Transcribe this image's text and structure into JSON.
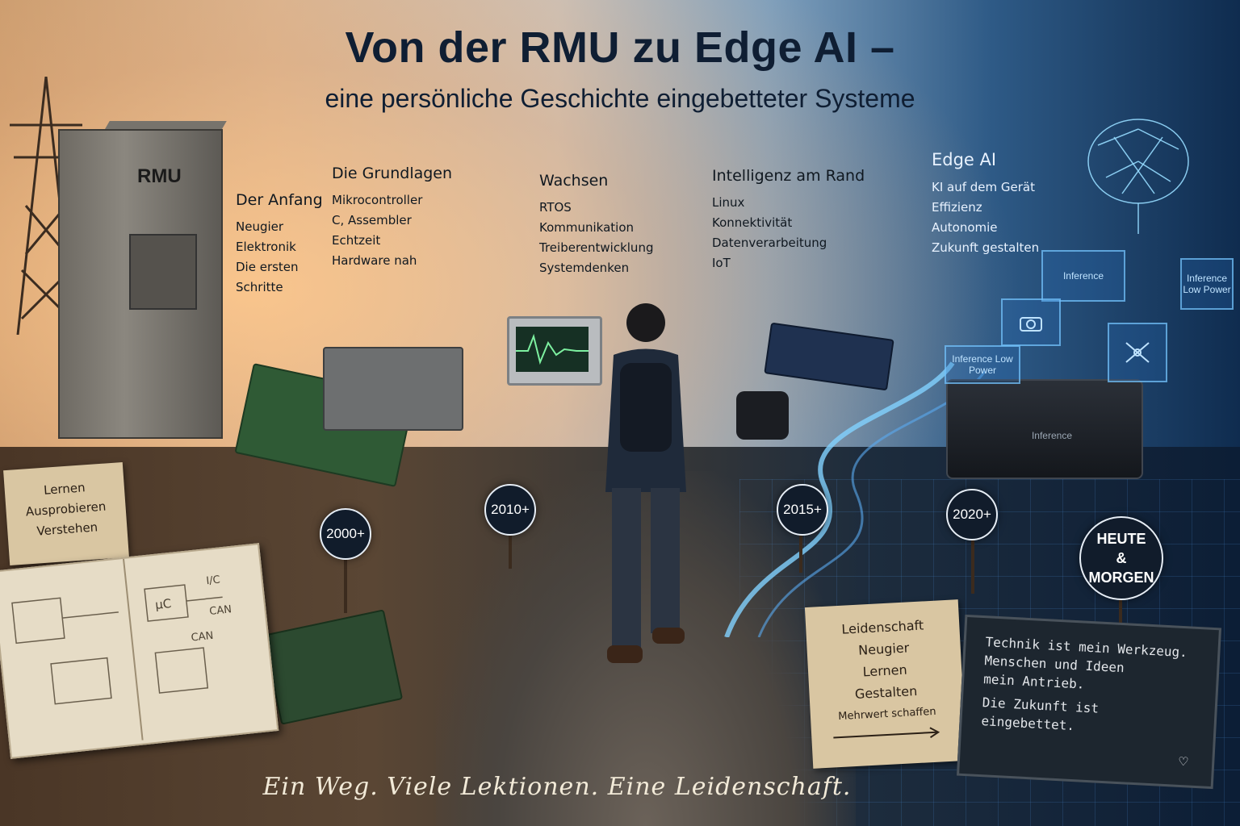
{
  "title": "Von der RMU zu Edge AI –",
  "subtitle": "eine persönliche Geschichte eingebetteter Systeme",
  "rmu_label": "RMU",
  "stages": [
    {
      "heading": "Der Anfang",
      "items": [
        "Neugier",
        "Elektronik",
        "Die ersten",
        "Schritte"
      ]
    },
    {
      "heading": "Die Grundlagen",
      "items": [
        "Mikrocontroller",
        "C, Assembler",
        "Echtzeit",
        "Hardware nah"
      ]
    },
    {
      "heading": "Wachsen",
      "items": [
        "RTOS",
        "Kommunikation",
        "Treiberentwicklung",
        "Systemdenken"
      ]
    },
    {
      "heading": "Intelligenz am Rand",
      "items": [
        "Linux",
        "Konnektivität",
        "Datenverarbeitung",
        "IoT"
      ]
    },
    {
      "heading": "Edge AI",
      "items": [
        "KI auf dem Gerät",
        "Effizienz",
        "Autonomie",
        "Zukunft gestalten"
      ]
    }
  ],
  "markers": [
    "2000+",
    "2010+",
    "2015+",
    "2020+"
  ],
  "final_marker": [
    "HEUTE",
    "&",
    "MORGEN"
  ],
  "left_sign": [
    "Lernen",
    "Ausprobieren",
    "Verstehen"
  ],
  "center_sign": [
    "Leidenschaft",
    "Neugier",
    "Lernen",
    "Gestalten",
    "Mehrwert schaffen"
  ],
  "chalkboard": [
    "Technik ist mein Werkzeug.",
    "Menschen und Ideen",
    "mein Antrieb.",
    "Die Zukunft ist",
    "eingebettet."
  ],
  "notebook_labels": [
    "μC",
    "I/C",
    "CAN",
    "CAN"
  ],
  "holo_labels": [
    "Inference",
    "Inference Low Power",
    "Inference Low Power",
    "Inference"
  ],
  "tagline": "Ein Weg. Viele Lektionen. Eine Leidenschaft."
}
